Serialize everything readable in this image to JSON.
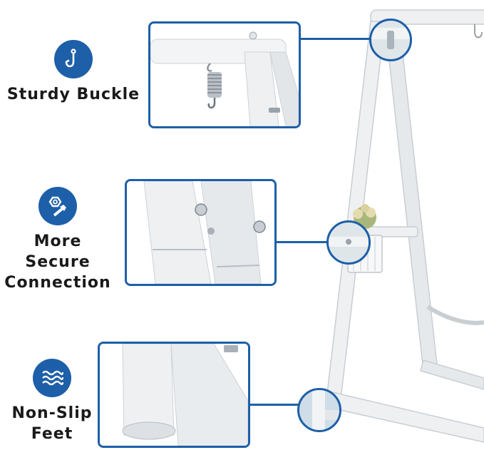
{
  "features": [
    {
      "icon": "hook-icon",
      "lines": [
        "Sturdy Buckle"
      ]
    },
    {
      "icon": "bolt-nut-icon",
      "lines": [
        "More Secure",
        "Connection"
      ]
    },
    {
      "icon": "wave-grip-icon",
      "lines": [
        "Non-Slip",
        "Feet"
      ]
    }
  ],
  "colors": {
    "accent": "#1d5fa8",
    "frame": "#eef0f2",
    "frame_shade": "#c9ced3"
  }
}
